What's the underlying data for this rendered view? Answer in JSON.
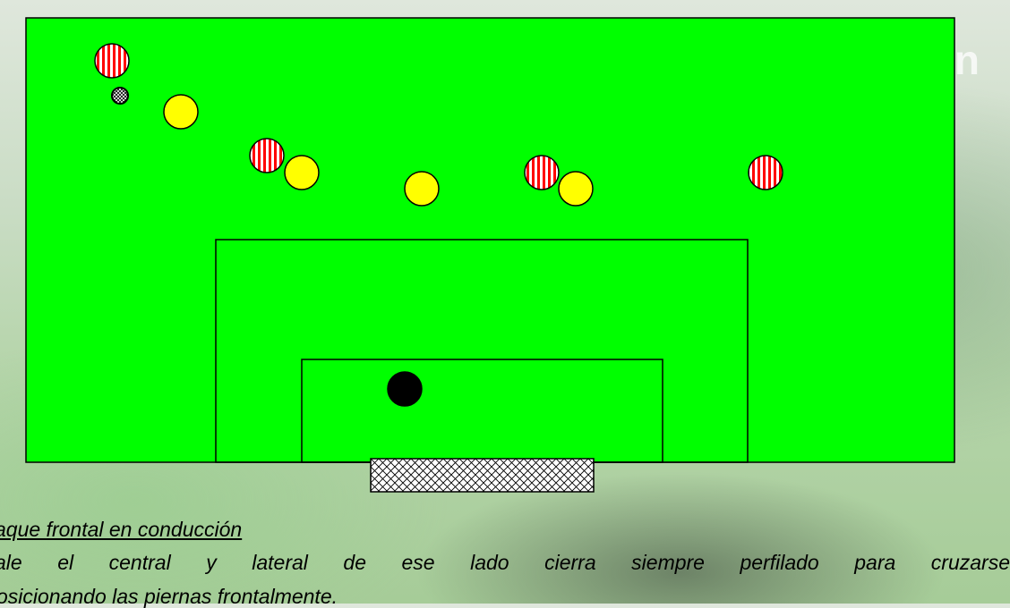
{
  "watermark": "n",
  "caption": {
    "title": "aque frontal en conducción",
    "line1": "ale el central y  lateral de ese lado cierra siempre perfilado para cruzarse",
    "line2": "osicionando las piernas frontalmente."
  },
  "colors": {
    "field": "#00ff00",
    "striped_player": "#ff0000",
    "yellow_player": "#ffff00",
    "goalkeeper": "#000000"
  },
  "players": {
    "striped": [
      "striped-player-1",
      "striped-player-2",
      "striped-player-3",
      "striped-player-4"
    ],
    "yellow": [
      "yellow-player-1",
      "yellow-player-2",
      "yellow-player-3",
      "yellow-player-4"
    ]
  }
}
